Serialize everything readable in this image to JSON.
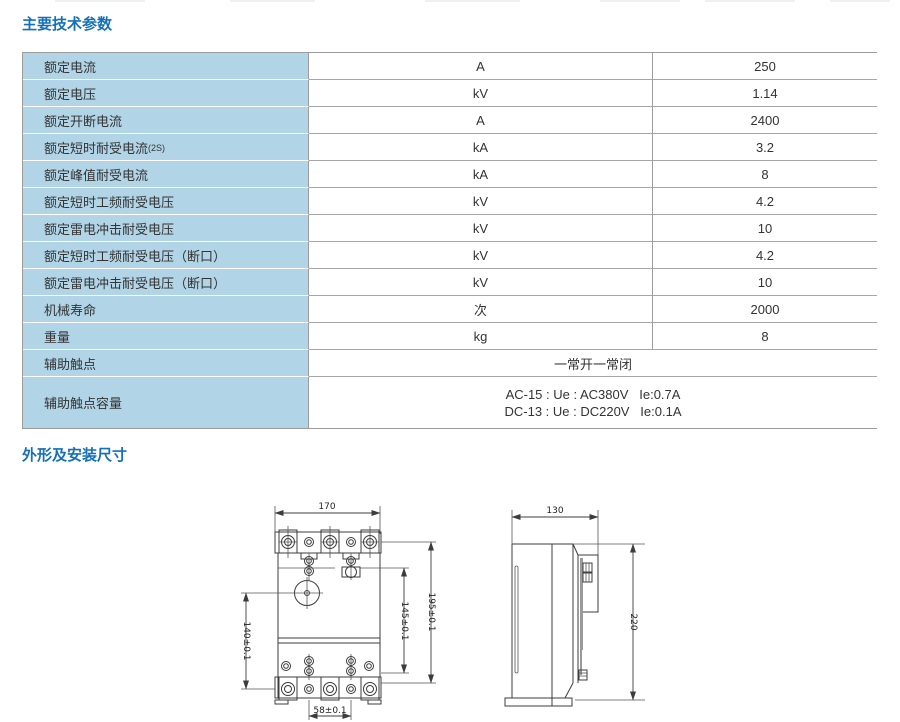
{
  "page": {
    "section1_title": "主要技术参数",
    "section2_title": "外形及安装尺寸"
  },
  "table": {
    "rows": [
      {
        "label": "额定电流",
        "unit": "A",
        "value": "250"
      },
      {
        "label": "额定电压",
        "unit": "kV",
        "value": "1.14"
      },
      {
        "label": "额定开断电流",
        "unit": "A",
        "value": "2400"
      },
      {
        "label": "额定短时耐受电流",
        "label_small": "(2S)",
        "unit": "kA",
        "value": "3.2"
      },
      {
        "label": "额定峰值耐受电流",
        "unit": "kA",
        "value": "8"
      },
      {
        "label": "额定短时工频耐受电压",
        "unit": "kV",
        "value": "4.2"
      },
      {
        "label": "额定雷电冲击耐受电压",
        "unit": "kV",
        "value": "10"
      },
      {
        "label": "额定短时工频耐受电压（断口）",
        "unit": "kV",
        "value": "4.2"
      },
      {
        "label": "额定雷电冲击耐受电压（断口）",
        "unit": "kV",
        "value": "10"
      },
      {
        "label": "机械寿命",
        "unit": "次",
        "value": "2000"
      },
      {
        "label": "重量",
        "unit": "kg",
        "value": "8"
      }
    ],
    "aux_contact": {
      "label": "辅助触点",
      "value": "一常开一常闭"
    },
    "aux_capacity": {
      "label": "辅助触点容量",
      "line1": "AC-15 : Ue : AC380V   Ie:0.7A",
      "line2": "DC-13 : Ue : DC220V   Ie:0.1A"
    }
  },
  "drawings": {
    "front": {
      "dim_width": "170",
      "dim_height_overall": "195±0.1",
      "dim_height_inner": "145±0.1",
      "dim_height_left": "140±0.1",
      "dim_bottom": "58±0.1"
    },
    "side": {
      "dim_width": "130",
      "dim_height": "220"
    }
  }
}
